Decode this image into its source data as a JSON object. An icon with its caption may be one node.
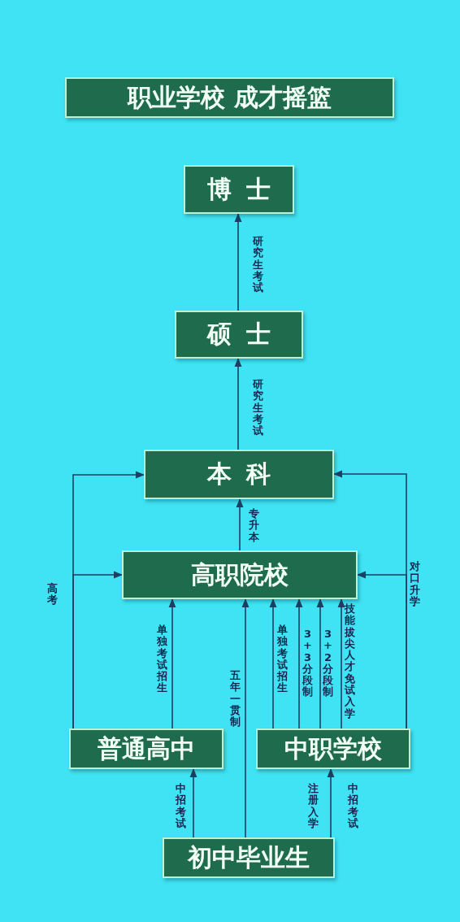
{
  "diagram": {
    "title": "职业学校 成才摇篮",
    "nodes": [
      {
        "text": [
          "博士"
        ]
      },
      {
        "text": [
          "硕士"
        ]
      },
      {
        "text": [
          "本科"
        ]
      },
      {
        "text": [
          "高职院校"
        ]
      },
      {
        "text": [
          "普通高中"
        ]
      },
      {
        "text": [
          "中职学校"
        ]
      },
      {
        "text": [
          "初中毕业生"
        ]
      }
    ],
    "edges": [
      {
        "from": 1,
        "to": 0,
        "arrow": "to",
        "label": "研究生考试"
      },
      {
        "from": 2,
        "to": 1,
        "arrow": "to",
        "label": "研究生考试"
      },
      {
        "from": 3,
        "to": 2,
        "arrow": "to",
        "label": "专升本"
      },
      {
        "from": 4,
        "to": 2,
        "arrow": "to"
      },
      {
        "from": 4,
        "to": 3,
        "arrow": "to",
        "label": "高考"
      },
      {
        "from": 4,
        "to": 3,
        "arrow": "to",
        "label": "单独考试招生"
      },
      {
        "from": 6,
        "to": 3,
        "arrow": "to",
        "label": "五年一贯制"
      },
      {
        "from": 5,
        "to": 3,
        "arrow": "to",
        "label": "单独考试招生"
      },
      {
        "from": 5,
        "to": 3,
        "arrow": "to",
        "label": "3+3分段制"
      },
      {
        "from": 5,
        "to": 3,
        "arrow": "to",
        "label": "3+2分段制"
      },
      {
        "from": 5,
        "to": 3,
        "arrow": "to",
        "label": "技能拔尖人才免试入学"
      },
      {
        "from": 5,
        "to": 2,
        "arrow": "to"
      },
      {
        "from": 5,
        "to": 3,
        "arrow": "to",
        "label": "对口升学"
      },
      {
        "from": 6,
        "to": 4,
        "arrow": "to",
        "label": "中招考试"
      },
      {
        "from": 6,
        "to": 5,
        "arrow": "to",
        "label": "注册入学"
      }
    ],
    "labels": [
      "中招考试"
    ]
  }
}
